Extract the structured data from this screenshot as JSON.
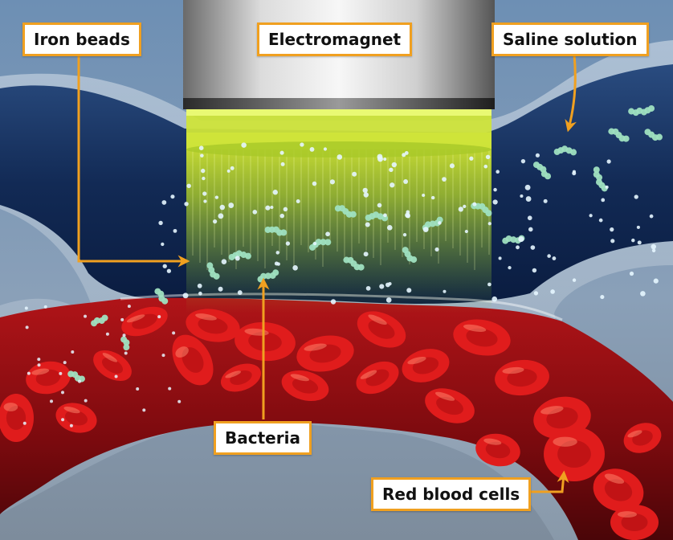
{
  "labels": {
    "iron_beads": "Iron beads",
    "electromagnet": "Electromagnet",
    "saline_solution": "Saline solution",
    "bacteria": "Bacteria",
    "red_blood_cells": "Red blood cells"
  },
  "colors": {
    "callout_border": "#f0a020",
    "arrow": "#f0a020",
    "background": "#6f8fb0",
    "saline_channel": "#17305a",
    "blood_channel": "#8e0c12",
    "red_blood_cell": "#e01c1c",
    "magnet_glow": "#c8e020",
    "bacteria": "#9fe0c0",
    "iron_bead": "#e6f6ff"
  }
}
